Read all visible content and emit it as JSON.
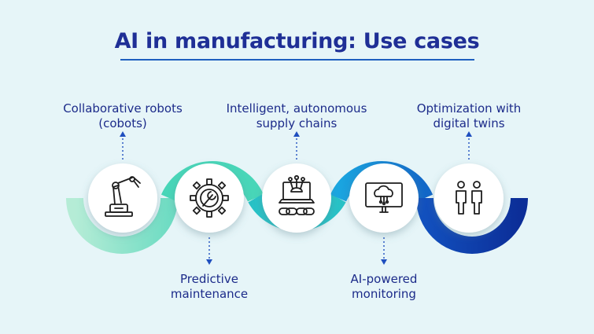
{
  "title": "AI in manufacturing: Use cases",
  "colors": {
    "title": "#1f2f96",
    "label": "#1c2b8a",
    "band_light": "#a6e8cf",
    "band_teal": "#45d4b7",
    "band_blue": "#1593d8",
    "band_navy": "#0e3aa7",
    "icon": "#1d1d1d"
  },
  "use_cases": [
    {
      "label_lines": [
        "Collaborative robots",
        "(cobots)"
      ],
      "icon": "robot-arm-icon",
      "position": "top"
    },
    {
      "label_lines": [
        "Predictive",
        "maintenance"
      ],
      "icon": "gear-wrench-icon",
      "position": "bottom"
    },
    {
      "label_lines": [
        "Intelligent, autonomous",
        "supply chains"
      ],
      "icon": "laptop-chain-icon",
      "position": "top"
    },
    {
      "label_lines": [
        "AI-powered",
        "monitoring"
      ],
      "icon": "cloud-monitor-icon",
      "position": "bottom"
    },
    {
      "label_lines": [
        "Optimization with",
        "digital twins"
      ],
      "icon": "twin-figures-icon",
      "position": "top"
    }
  ]
}
